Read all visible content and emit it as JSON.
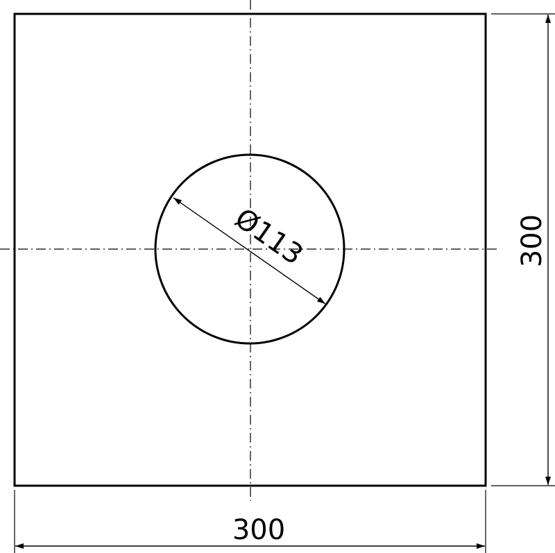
{
  "drawing": {
    "width_dimension": "300",
    "height_dimension": "300",
    "hole_diameter": "Ø113"
  },
  "colors": {
    "line": "#000000",
    "background": "#ffffff"
  }
}
